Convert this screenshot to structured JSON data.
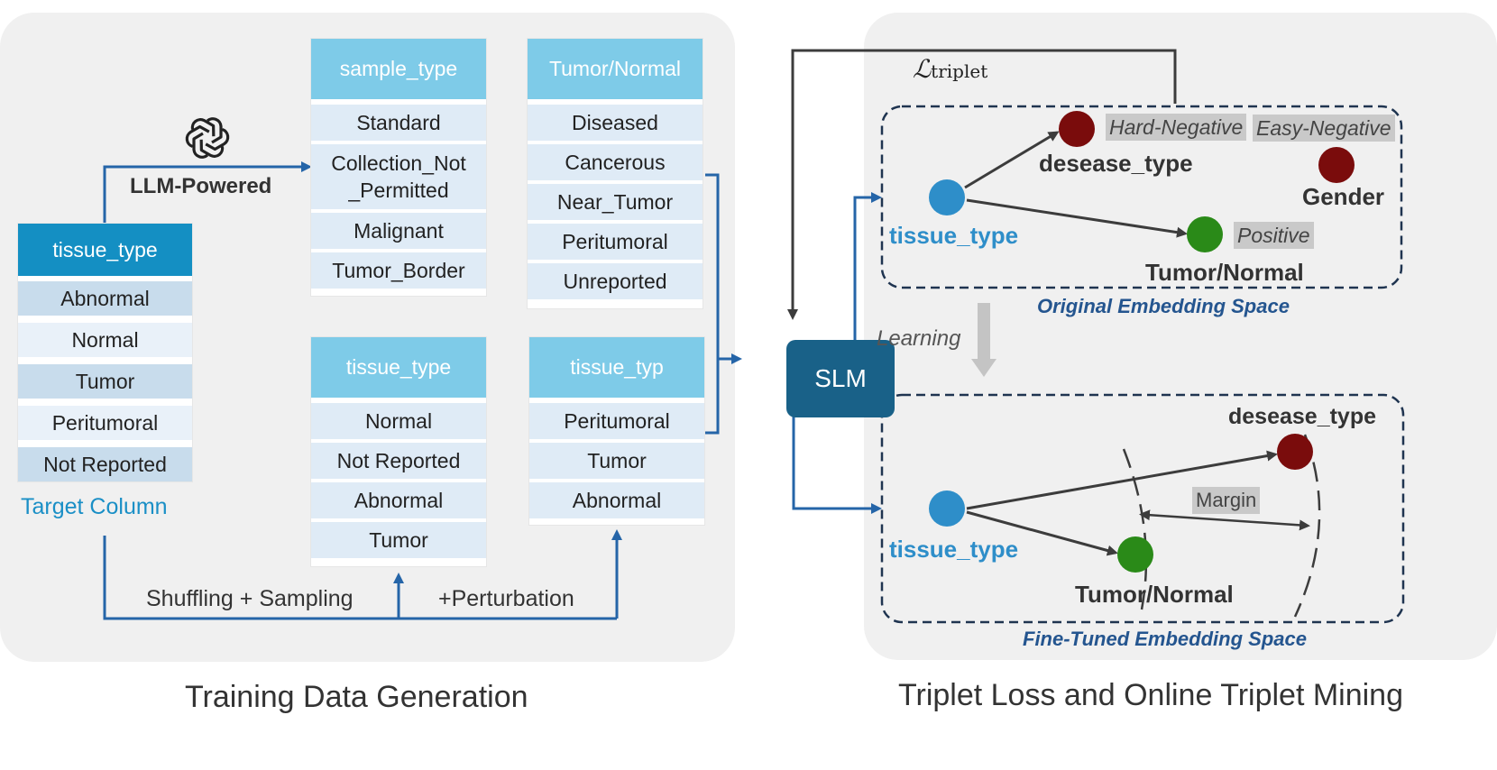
{
  "left_panel": {
    "caption": "Training Data Generation",
    "llm_label": "LLM-Powered",
    "llm_icon": "openai-logo-icon",
    "target_label": "Target Column",
    "shuffle_label": "Shuffling + Sampling",
    "perturb_label": "+Perturbation",
    "target_table": {
      "header": "tissue_type",
      "rows": [
        "Abnormal",
        "Normal",
        "Tumor",
        "Peritumoral",
        "Not Reported"
      ]
    },
    "table_sample": {
      "header": "sample_type",
      "rows": [
        "Standard",
        "Collection_Not\n_Permitted",
        "Malignant",
        "Tumor_Border"
      ]
    },
    "table_tumor": {
      "header": "Tumor/Normal",
      "rows": [
        "Diseased",
        "Cancerous",
        "Near_Tumor",
        "Peritumoral",
        "Unreported"
      ]
    },
    "table_tissue": {
      "header": "tissue_type",
      "rows": [
        "Normal",
        "Not Reported",
        "Abnormal",
        "Tumor"
      ]
    },
    "table_typ": {
      "header": "tissue_typ",
      "rows": [
        "Peritumoral",
        "Tumor",
        "Abnormal"
      ]
    }
  },
  "slm_label": "SLM",
  "right_panel": {
    "caption": "Triplet Loss and Online Triplet Mining",
    "loss_label": "ℒ",
    "loss_subscript": "triplet",
    "learning_label": "Learning",
    "original": {
      "title": "Original Embedding Space",
      "anchor": "tissue_type",
      "hard_negative_node": "desease_type",
      "hard_negative_tag": "Hard-Negative",
      "easy_negative_tag": "Easy-Negative",
      "easy_negative_node": "Gender",
      "positive_tag": "Positive",
      "positive_node": "Tumor/Normal"
    },
    "finetuned": {
      "title": "Fine-Tuned Embedding Space",
      "anchor": "tissue_type",
      "negative_node": "desease_type",
      "positive_node": "Tumor/Normal",
      "margin_tag": "Margin"
    }
  },
  "colors": {
    "anchor": "#2e8ec9",
    "negative": "#7a0c0c",
    "positive": "#2a8a18",
    "arrow_blue": "#2565a8",
    "arrow_dark": "#3c3c3c",
    "space_border": "#1f3450"
  }
}
